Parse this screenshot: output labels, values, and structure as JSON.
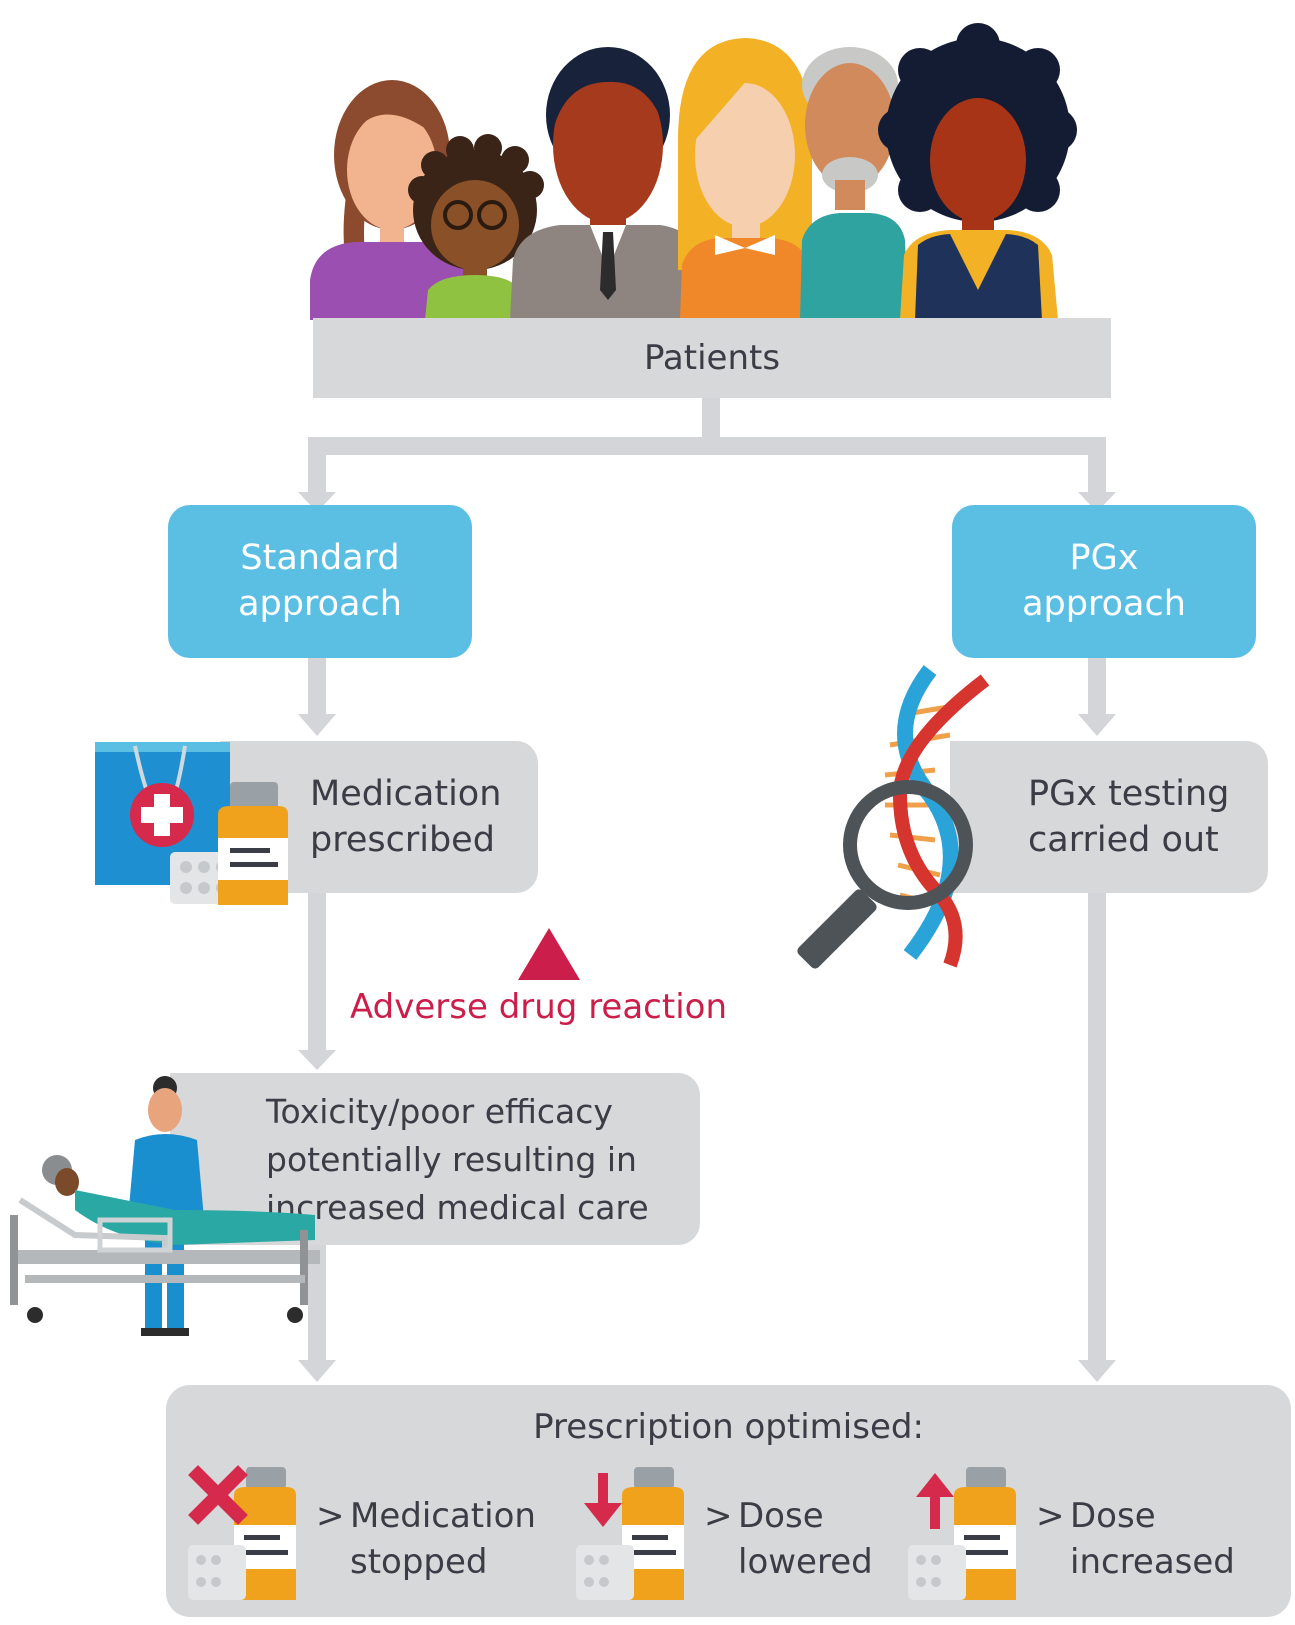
{
  "patients_label": "Patients",
  "standard": {
    "title_line1": "Standard",
    "title_line2": "approach",
    "step1_line1": "Medication",
    "step1_line2": "prescribed",
    "adverse_label": "Adverse drug reaction",
    "step2_line1": "Toxicity/poor efficacy",
    "step2_line2": "potentially resulting in",
    "step2_line3": "increased medical care"
  },
  "pgx": {
    "title_line1": "PGx",
    "title_line2": "approach",
    "step1_line1": "PGx testing",
    "step1_line2": "carried out"
  },
  "outcome": {
    "title": "Prescription optimised:",
    "options": [
      {
        "icon": "cross-icon",
        "line1": "Medication",
        "line2": "stopped"
      },
      {
        "icon": "arrow-down-icon",
        "line1": "Dose",
        "line2": "lowered"
      },
      {
        "icon": "arrow-up-icon",
        "line1": "Dose",
        "line2": "increased"
      }
    ],
    "bullet": ">"
  },
  "colors": {
    "box_gray": "#d6d8da",
    "box_blue": "#5bbfe4",
    "connector": "#d6d8da",
    "alert_red": "#cc1e4a",
    "text_dark": "#3a3d45"
  }
}
